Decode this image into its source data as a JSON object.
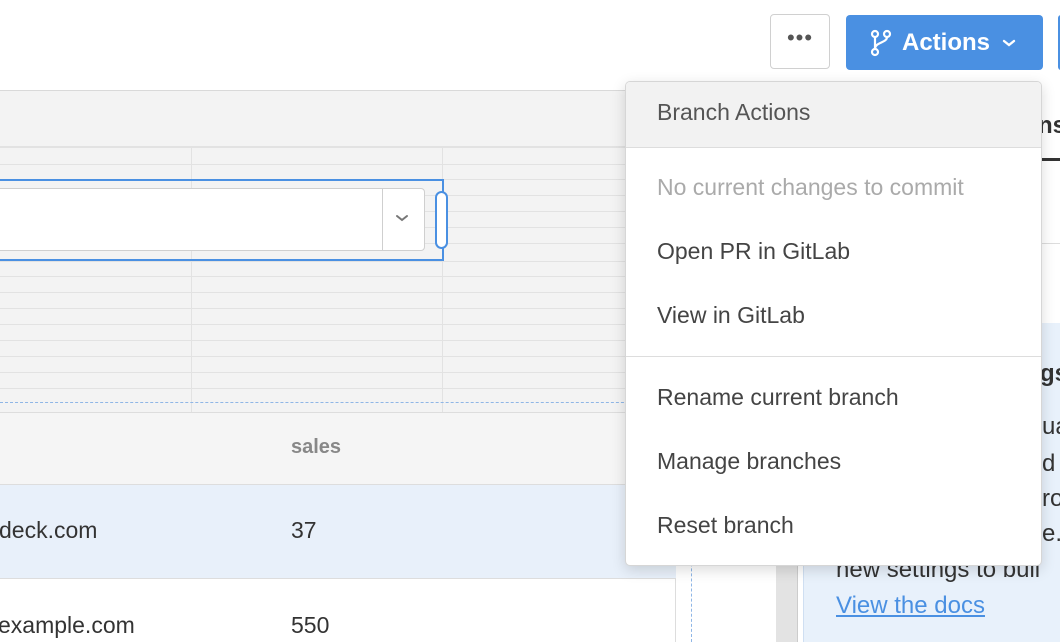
{
  "toolbar": {
    "more_label": "•••",
    "actions_label": "Actions",
    "accent_color": "#4a90e2"
  },
  "canvas": {
    "dropdown_value": ""
  },
  "table": {
    "columns": [
      "",
      "sales"
    ],
    "rows": [
      {
        "url": "deck.com",
        "sales": "37"
      },
      {
        "url": "example.com",
        "sales": "550"
      }
    ]
  },
  "sidebar": {
    "tab_label": "ns",
    "info_title": "gs",
    "info_lines": [
      "ua",
      "d",
      "ro",
      "e."
    ],
    "info_last_line": "new settings to buil",
    "docs_link": "View the docs"
  },
  "menu": {
    "header": "Branch Actions",
    "items": [
      {
        "label": "No current changes to commit",
        "disabled": true
      },
      {
        "label": "Open PR in GitLab",
        "disabled": false
      },
      {
        "label": "View in GitLab",
        "disabled": false
      },
      {
        "label": "Rename current branch",
        "disabled": false
      },
      {
        "label": "Manage branches",
        "disabled": false
      },
      {
        "label": "Reset branch",
        "disabled": false
      }
    ]
  }
}
